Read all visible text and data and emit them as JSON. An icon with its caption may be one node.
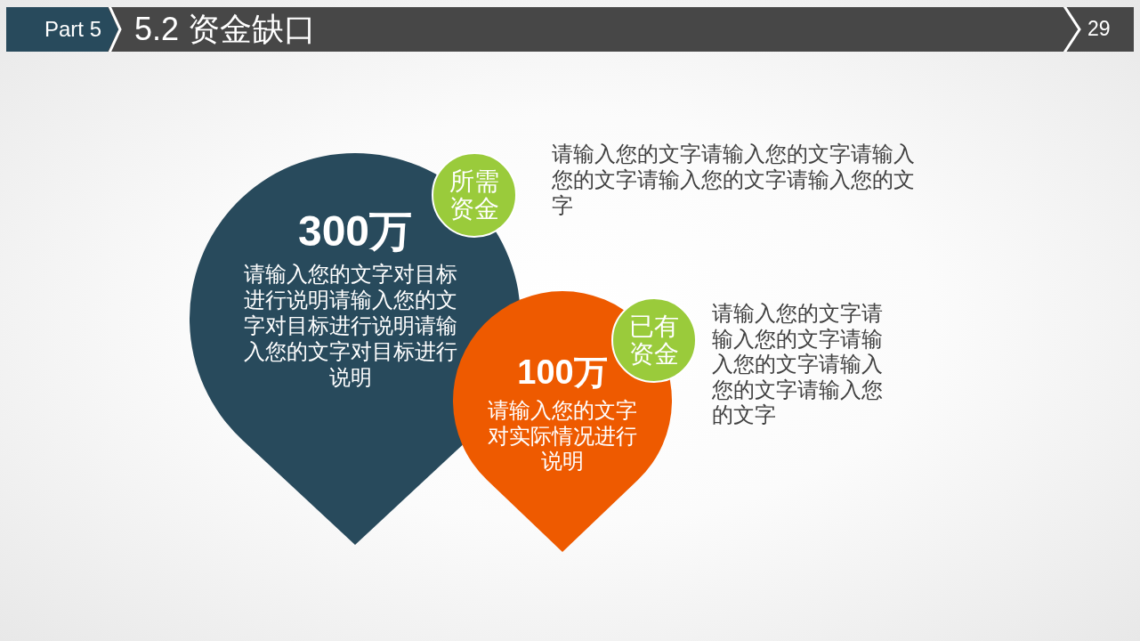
{
  "diagram": {
    "title": "5.2 资金缺口",
    "nodes": [
      {
        "text": [
          "300万",
          "请输入您的文字对目标进行说明请输入您的文字对目标进行说明请输入您的文字对目标进行说明"
        ]
      },
      {
        "text": [
          "所需资金"
        ]
      },
      {
        "text": [
          "100万",
          "请输入您的文字对实际情况进行说明"
        ]
      },
      {
        "text": [
          "已有资金"
        ]
      }
    ],
    "labels": [
      "Part 5",
      "29",
      "请输入您的文字请输入您的文字请输入您的文字请输入您的文字请输入您的文字",
      "请输入您的文字请输入您的文字请输入您的文字请输入您的文字请输入您的文字"
    ]
  }
}
